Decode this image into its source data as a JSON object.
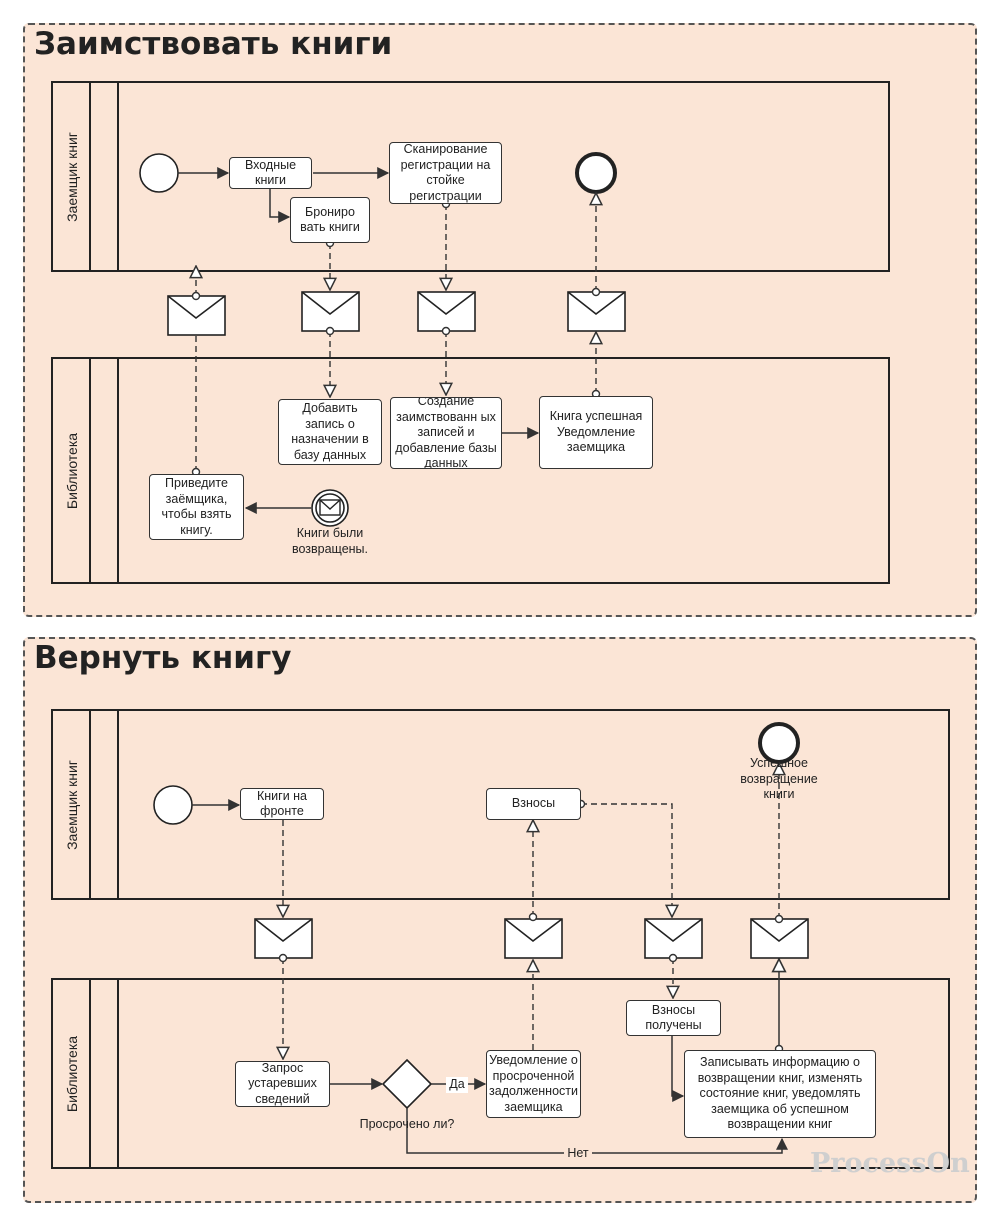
{
  "borrow": {
    "title": "Заимствовать книги",
    "lane_borrower": "Заемщик книг",
    "lane_library": "Библиотека",
    "task_incoming": "Входные книги",
    "task_reserve": "Брониро вать книги",
    "task_scan": "Сканирование регистрации на стойке регистрации",
    "task_add_record": "Добавить запись о назначении в базу данных",
    "task_create_records": "Создание заимствованн ых записей и добавление базы данных",
    "task_notify_success": "Книга успешная Уведомление заемщика",
    "task_bring_borrower": "Приведите заёмщика, чтобы взять книгу.",
    "event_returned": "Книги были возвращены."
  },
  "return": {
    "title": "Вернуть книгу",
    "lane_borrower": "Заемщик книг",
    "lane_library": "Библиотека",
    "task_books_front": "Книги на фронте",
    "task_fees": "Взносы",
    "end_success": "Успешное возвращение книги",
    "task_request": "Запрос устаревших сведений",
    "gateway_overdue": "Просрочено ли?",
    "label_yes": "Да",
    "label_no": "Нет",
    "task_notify_overdue": "Уведомление о просроченной задолженности заемщика",
    "task_fees_received": "Взносы получены",
    "task_record_return": "Записывать информацию о возвращении книг, изменять состояние книг, уведомлять заемщика об успешном возвращении книг"
  },
  "watermark": "ProcessOn"
}
